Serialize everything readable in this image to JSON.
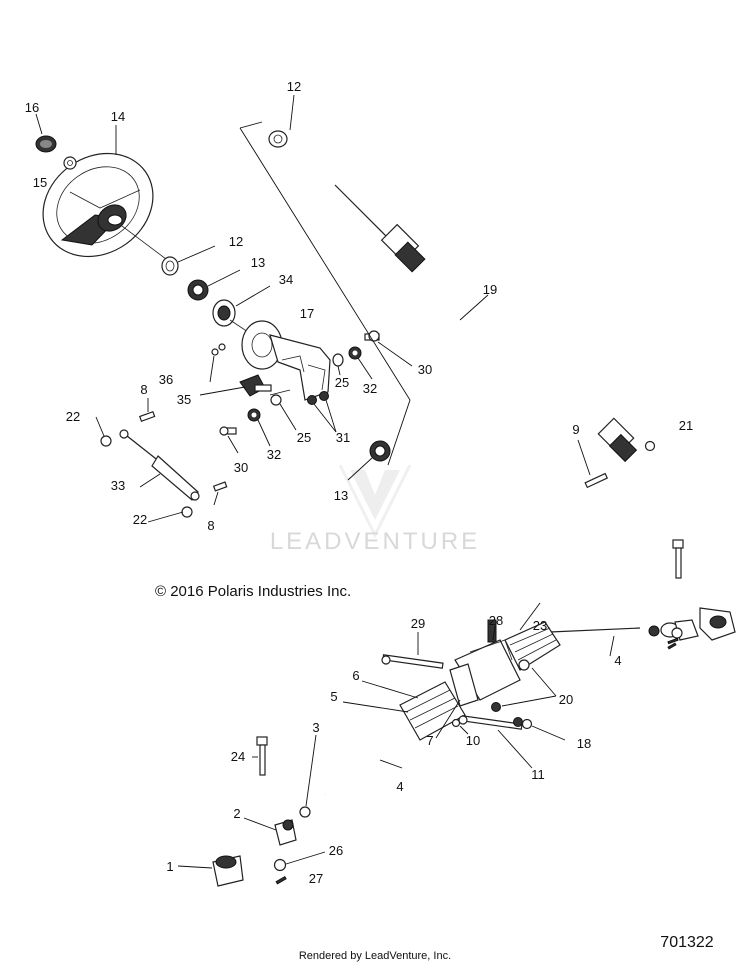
{
  "diagram": {
    "copyright": "© 2016 Polaris Industries Inc.",
    "watermark": "LEADVENTURE",
    "footer": "Rendered by LeadVenture, Inc.",
    "diagram_number": "701322",
    "callouts": {
      "c1": "1",
      "c2": "2",
      "c3": "3",
      "c4a": "4",
      "c4b": "4",
      "c5": "5",
      "c6": "6",
      "c7": "7",
      "c8a": "8",
      "c8b": "8",
      "c9": "9",
      "c10": "10",
      "c11": "11",
      "c12a": "12",
      "c12b": "12",
      "c13a": "13",
      "c13b": "13",
      "c14": "14",
      "c15": "15",
      "c16": "16",
      "c17": "17",
      "c18": "18",
      "c19": "19",
      "c20": "20",
      "c21": "21",
      "c22a": "22",
      "c22b": "22",
      "c23": "23",
      "c24": "24",
      "c25a": "25",
      "c25b": "25",
      "c26": "26",
      "c27": "27",
      "c28": "28",
      "c29": "29",
      "c30a": "30",
      "c30b": "30",
      "c31": "31",
      "c32a": "32",
      "c32b": "32",
      "c33": "33",
      "c34": "34",
      "c35": "35",
      "c36": "36"
    }
  }
}
